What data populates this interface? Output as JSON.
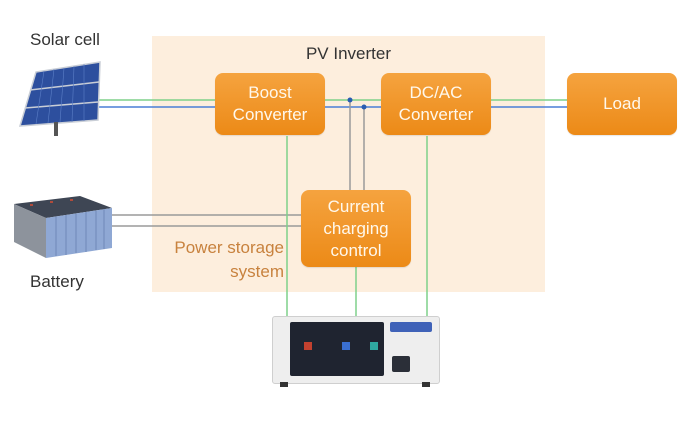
{
  "diagram": {
    "title": "PV Inverter",
    "labels": {
      "solar": "Solar cell",
      "battery": "Battery",
      "storage_line1": "Power storage",
      "storage_line2": "system"
    },
    "blocks": {
      "boost": {
        "line1": "Boost",
        "line2": "Converter"
      },
      "dcac": {
        "line1": "DC/AC",
        "line2": "Converter"
      },
      "load": {
        "line1": "Load"
      },
      "charging": {
        "line1": "Current",
        "line2": "charging",
        "line3": "control"
      }
    },
    "colors": {
      "region": "#fdeedd",
      "block": "#f09527",
      "wire_green": "#7fd08a",
      "wire_blue": "#4a7fd6",
      "wire_gray": "#9a9a9a",
      "storage_text": "#c8823e"
    },
    "devices": {
      "solar": "solar-panel",
      "battery": "battery-pack",
      "analyzer": "power-analyzer"
    }
  }
}
